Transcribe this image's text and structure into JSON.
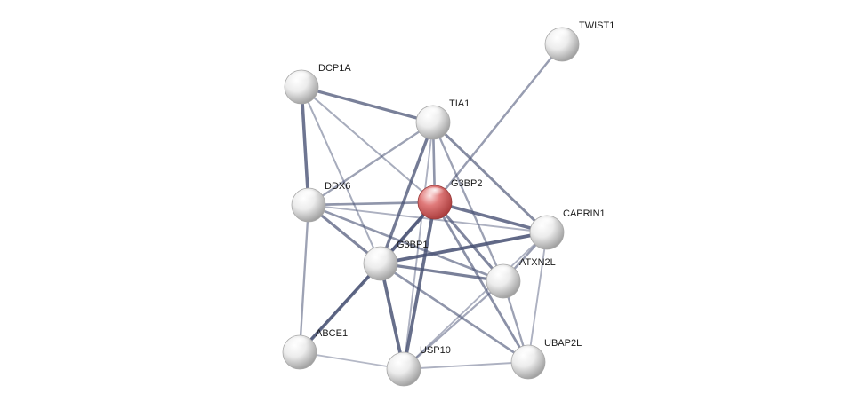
{
  "colors": {
    "node_default": "#e6e6e6",
    "node_query": "#e06a6a",
    "edge_base": "#4a5375",
    "background": "#ffffff"
  },
  "network": {
    "nodes": [
      {
        "id": "G3BP2",
        "label": "G3BP2",
        "query": true
      },
      {
        "id": "TWIST1",
        "label": "TWIST1",
        "query": false
      },
      {
        "id": "DCP1A",
        "label": "DCP1A",
        "query": false
      },
      {
        "id": "TIA1",
        "label": "TIA1",
        "query": false
      },
      {
        "id": "DDX6",
        "label": "DDX6",
        "query": false
      },
      {
        "id": "CAPRIN1",
        "label": "CAPRIN1",
        "query": false
      },
      {
        "id": "G3BP1",
        "label": "G3BP1",
        "query": false
      },
      {
        "id": "ATXN2L",
        "label": "ATXN2L",
        "query": false
      },
      {
        "id": "ABCE1",
        "label": "ABCE1",
        "query": false
      },
      {
        "id": "USP10",
        "label": "USP10",
        "query": false
      },
      {
        "id": "UBAP2L",
        "label": "UBAP2L",
        "query": false
      }
    ],
    "edges": [
      {
        "source": "G3BP2",
        "target": "TWIST1",
        "confidence": 0.5
      },
      {
        "source": "G3BP2",
        "target": "G3BP1",
        "confidence": 0.95
      },
      {
        "source": "G3BP2",
        "target": "CAPRIN1",
        "confidence": 0.85
      },
      {
        "source": "G3BP2",
        "target": "USP10",
        "confidence": 0.9
      },
      {
        "source": "G3BP2",
        "target": "ATXN2L",
        "confidence": 0.7
      },
      {
        "source": "G3BP2",
        "target": "UBAP2L",
        "confidence": 0.6
      },
      {
        "source": "G3BP2",
        "target": "DDX6",
        "confidence": 0.55
      },
      {
        "source": "G3BP2",
        "target": "TIA1",
        "confidence": 0.55
      },
      {
        "source": "G3BP2",
        "target": "ABCE1",
        "confidence": 0.4
      },
      {
        "source": "DCP1A",
        "target": "TIA1",
        "confidence": 0.75
      },
      {
        "source": "DCP1A",
        "target": "DDX6",
        "confidence": 0.85
      },
      {
        "source": "DCP1A",
        "target": "G3BP1",
        "confidence": 0.35
      },
      {
        "source": "DCP1A",
        "target": "G3BP2",
        "confidence": 0.35
      },
      {
        "source": "TIA1",
        "target": "DDX6",
        "confidence": 0.45
      },
      {
        "source": "TIA1",
        "target": "G3BP1",
        "confidence": 0.8
      },
      {
        "source": "TIA1",
        "target": "CAPRIN1",
        "confidence": 0.65
      },
      {
        "source": "TIA1",
        "target": "ATXN2L",
        "confidence": 0.45
      },
      {
        "source": "TIA1",
        "target": "USP10",
        "confidence": 0.3
      },
      {
        "source": "DDX6",
        "target": "G3BP1",
        "confidence": 0.7
      },
      {
        "source": "DDX6",
        "target": "ABCE1",
        "confidence": 0.45
      },
      {
        "source": "DDX6",
        "target": "ATXN2L",
        "confidence": 0.55
      },
      {
        "source": "DDX6",
        "target": "CAPRIN1",
        "confidence": 0.3
      },
      {
        "source": "G3BP1",
        "target": "CAPRIN1",
        "confidence": 0.95
      },
      {
        "source": "G3BP1",
        "target": "USP10",
        "confidence": 0.9
      },
      {
        "source": "G3BP1",
        "target": "ABCE1",
        "confidence": 0.9
      },
      {
        "source": "G3BP1",
        "target": "ATXN2L",
        "confidence": 0.75
      },
      {
        "source": "G3BP1",
        "target": "UBAP2L",
        "confidence": 0.55
      },
      {
        "source": "CAPRIN1",
        "target": "ATXN2L",
        "confidence": 0.5
      },
      {
        "source": "CAPRIN1",
        "target": "UBAP2L",
        "confidence": 0.3
      },
      {
        "source": "CAPRIN1",
        "target": "USP10",
        "confidence": 0.3
      },
      {
        "source": "ATXN2L",
        "target": "UBAP2L",
        "confidence": 0.45
      },
      {
        "source": "ATXN2L",
        "target": "USP10",
        "confidence": 0.4
      },
      {
        "source": "USP10",
        "target": "UBAP2L",
        "confidence": 0.3
      },
      {
        "source": "ABCE1",
        "target": "USP10",
        "confidence": 0.25
      }
    ]
  }
}
